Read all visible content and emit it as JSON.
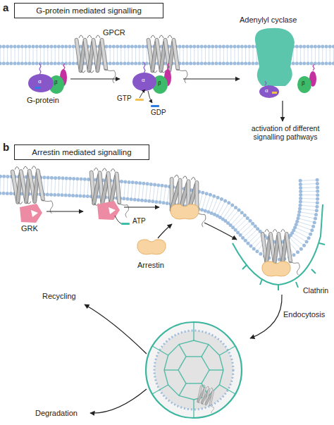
{
  "diagram": {
    "nodes": [
      {
        "text": [
          "G-protein mediated signalling"
        ]
      },
      {
        "text": [
          "Arrestin mediated signalling"
        ]
      }
    ],
    "labels": [
      "a",
      "GPCR",
      "Adenylyl cyclase",
      "α",
      "β",
      "α",
      "β",
      "G-protein",
      "GTP",
      "GDP",
      "α",
      "β",
      "activation of different signalling pathways",
      "b",
      "GRK",
      "ATP",
      "Arrestin",
      "Clathrin",
      "Recycling",
      "Endocytosis",
      "Degradation"
    ]
  }
}
